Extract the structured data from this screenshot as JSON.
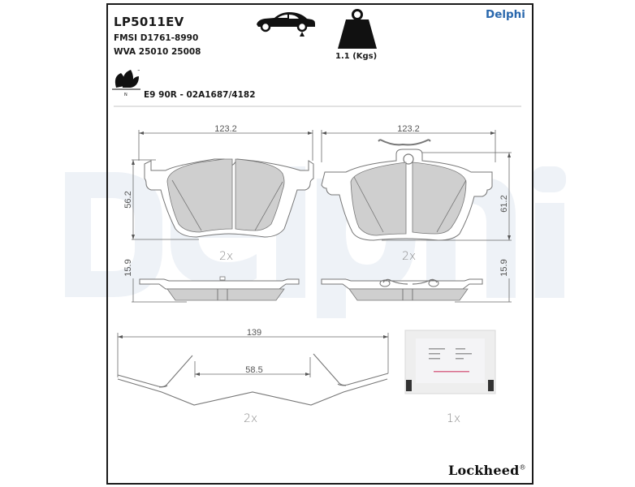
{
  "header": {
    "part_number": "LP5011EV",
    "fmsi": "FMSI D1761-8990",
    "wva": "WVA 25010 25008",
    "ece_approval": "E9 90R - 02A1687/4182",
    "weight_label": "1.1 (Kgs)",
    "brand": "Delphi",
    "eco_mark": "N",
    "eco_tm": "™"
  },
  "icons": {
    "car": "car-rear-axle-icon",
    "weight": "weight-icon",
    "eco": "leaf-eco-icon"
  },
  "colors": {
    "brand_blue": "#2a68ad",
    "pad_fill": "#cfcfcf",
    "watermark": "#eef2f7"
  },
  "drawings": {
    "pad_left": {
      "width_label": "123.2",
      "height_label": "56.2",
      "qty": "2x"
    },
    "pad_right": {
      "width_label": "123.2",
      "height_label": "61.2",
      "qty": "2x"
    },
    "side_left": {
      "thickness_label": "15.9"
    },
    "side_right": {
      "thickness_label": "15.9"
    },
    "spring": {
      "total_label": "139",
      "inner_label": "58.5",
      "qty": "2x"
    },
    "grease_sachet": {
      "qty": "1x"
    }
  },
  "footer": {
    "logo": "Lockheed",
    "registered": "®"
  }
}
